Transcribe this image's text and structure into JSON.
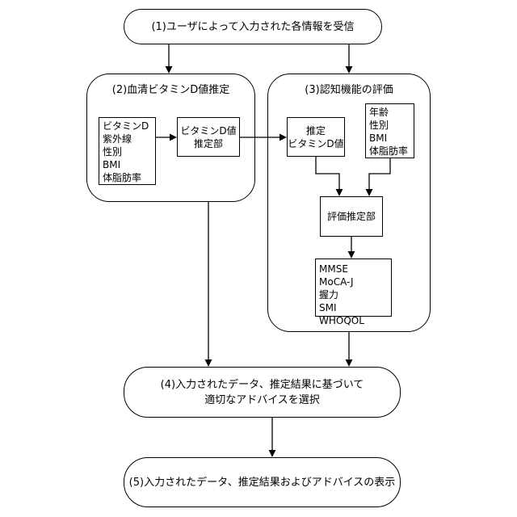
{
  "step1": {
    "label": "(1)ユーザによって入力された各情報を受信"
  },
  "step2": {
    "title": "(2)血清ビタミンD値推定",
    "inputs": [
      "ビタミンD",
      "紫外線",
      "性別",
      "BMI",
      "体脂肪率"
    ],
    "estimator": [
      "ビタミンD値",
      "推定部"
    ]
  },
  "step3": {
    "title": "(3)認知機能の評価",
    "estimated_input": [
      "推定",
      "ビタミンD値"
    ],
    "other_inputs": [
      "年齢",
      "性別",
      "BMI",
      "体脂肪率"
    ],
    "evaluator": "評価推定部",
    "outputs": [
      "MMSE",
      "MoCA-J",
      "握力",
      "SMI",
      "WHOQOL"
    ]
  },
  "step4": {
    "lines": [
      "(4)入力されたデータ、推定結果に基づいて",
      "適切なアドバイスを選択"
    ]
  },
  "step5": {
    "label": "(5)入力されたデータ、推定結果およびアドバイスの表示"
  }
}
